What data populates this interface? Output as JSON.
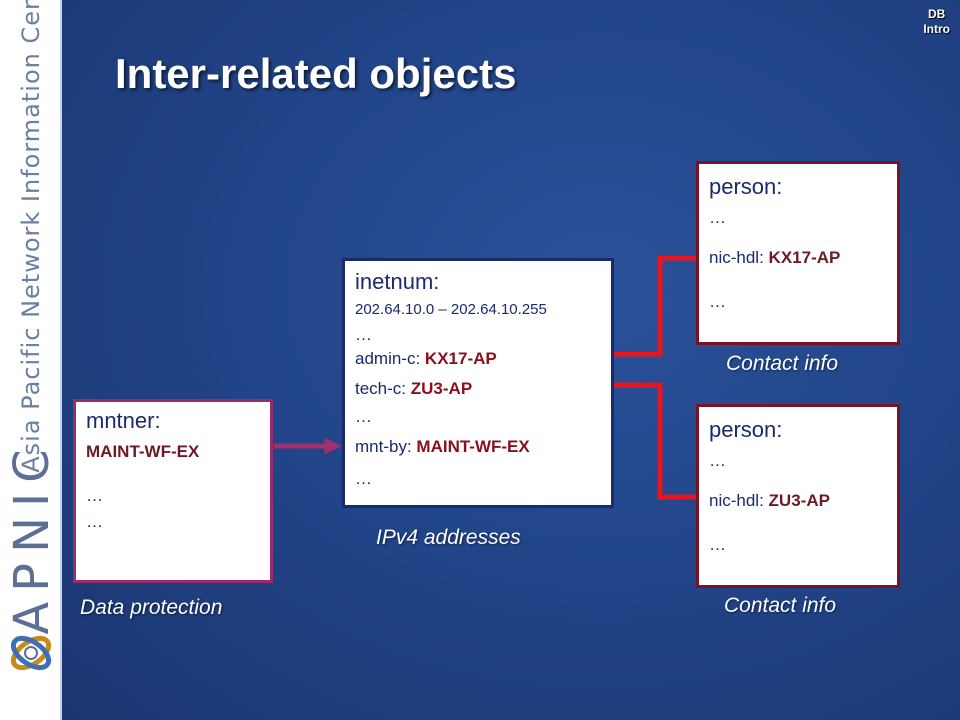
{
  "sidebar": {
    "org_name": "Asia Pacific Network Information Centre",
    "brand": "APNIC",
    "logo_icon": "apnic-swirl-logo-icon"
  },
  "tag": {
    "line1": "DB",
    "line2": "Intro"
  },
  "title": "Inter-related objects",
  "inetnum": {
    "heading": "inetnum:",
    "range": "202.64.10.0 – 202.64.10.255",
    "ellipsis1": "…",
    "admin_label": "admin-c:",
    "admin_value": "KX17-AP",
    "tech_label": "tech-c:",
    "tech_value": "ZU3-AP",
    "ellipsis2": "…",
    "mnt_label": "mnt-by:",
    "mnt_value": "MAINT-WF-EX",
    "ellipsis3": "…",
    "caption": "IPv4 addresses"
  },
  "mntner": {
    "heading": "mntner:",
    "value": "MAINT-WF-EX",
    "ellipsis1": "…",
    "ellipsis2": "…",
    "caption": "Data protection"
  },
  "person1": {
    "heading": "person:",
    "ellipsis1": "…",
    "nic_label": "nic-hdl:",
    "nic_value": "KX17-AP",
    "ellipsis2": "…",
    "caption": "Contact info"
  },
  "person2": {
    "heading": "person:",
    "ellipsis1": "…",
    "nic_label": "nic-hdl:",
    "nic_value": "ZU3-AP",
    "ellipsis2": "…",
    "caption": "Contact info"
  },
  "colors": {
    "background": "#22458a",
    "arrow_red": "#e8141e",
    "arrow_purple": "#a0306e",
    "inetnum_border": "#1a2a6e",
    "mntner_border": "#9a2c6a",
    "person_border": "#7a1424",
    "highlight_text": "#8b0e1e"
  }
}
